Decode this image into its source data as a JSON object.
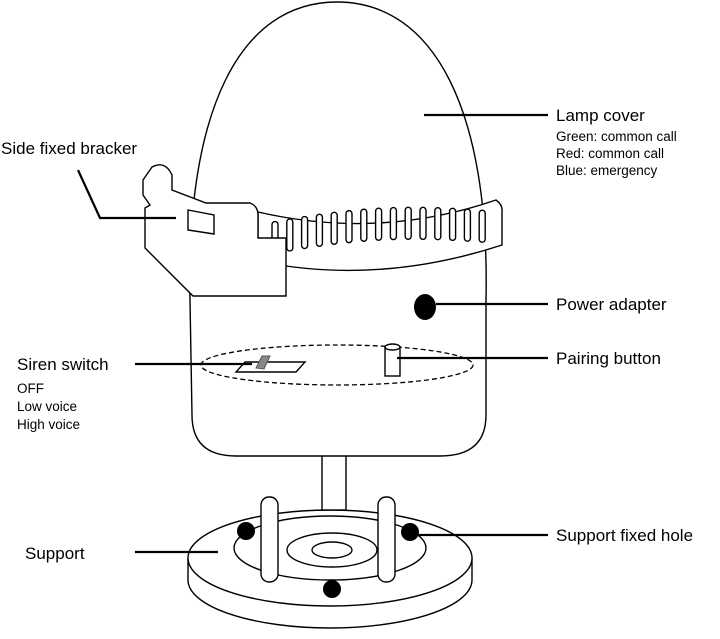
{
  "labels": {
    "lamp_cover": "Lamp cover",
    "lamp_cover_notes": [
      "Green: common call",
      "Red: common call",
      "Blue: emergency"
    ],
    "side_bracket": "Side fixed bracker",
    "power_adapter": "Power adapter",
    "pairing_button": "Pairing button",
    "siren_switch": "Siren switch",
    "siren_modes": [
      "OFF",
      "Low voice",
      "High voice"
    ],
    "support": "Support",
    "support_hole": "Support fixed hole"
  }
}
